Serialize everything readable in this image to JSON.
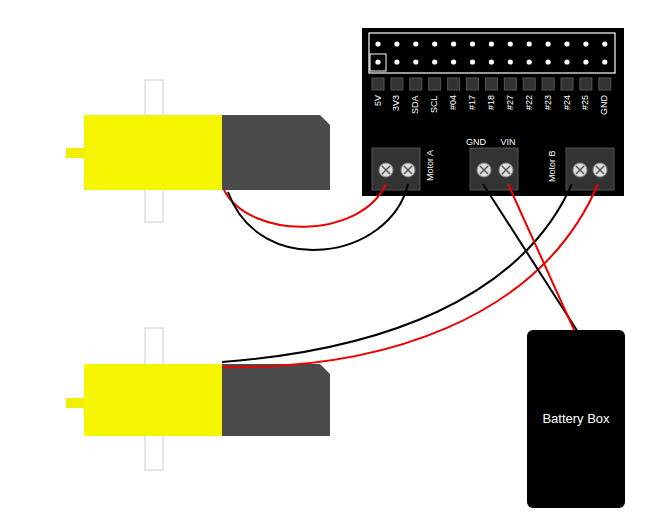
{
  "diagram": {
    "nodes": [
      {
        "text": [
          "Battery Box"
        ]
      }
    ],
    "labels": [
      "5V",
      "3V3",
      "SDA",
      "SCL",
      "#04",
      "#17",
      "#18",
      "#27",
      "#22",
      "#23",
      "#24",
      "#25",
      "GND",
      "Motor A",
      "GND",
      "VIN",
      "Motor B"
    ]
  }
}
